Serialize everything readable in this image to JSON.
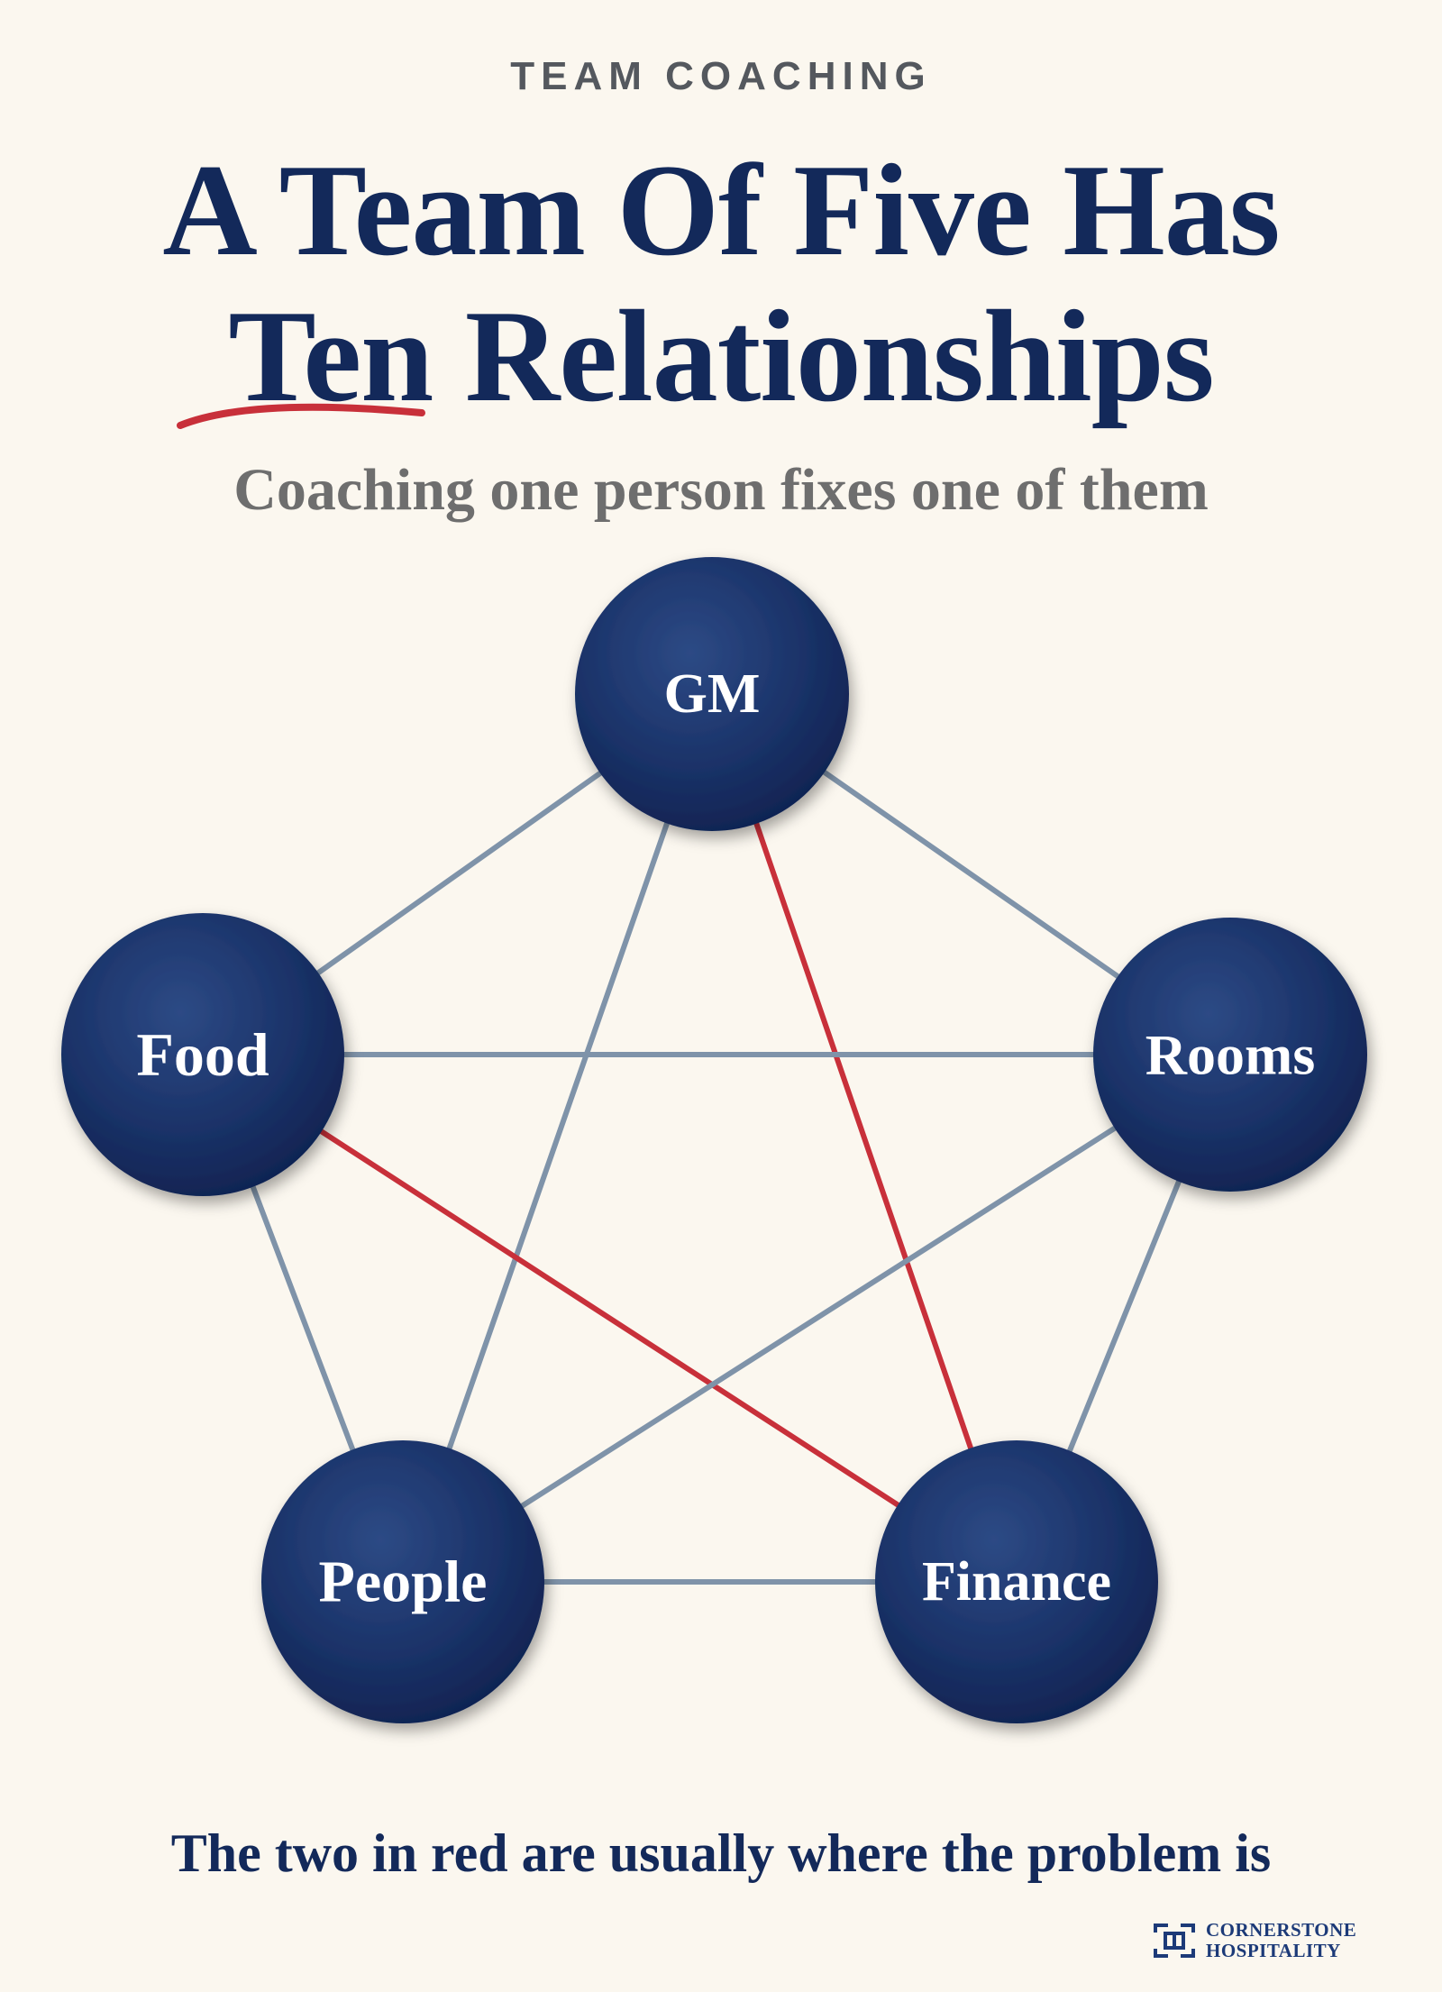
{
  "header": {
    "eyebrow": "TEAM COACHING",
    "title_line1": "A Team Of Five Has",
    "title_line2_highlight": "Ten",
    "title_line2_rest": " Relationships",
    "subtitle": "Coaching one person fixes one of them"
  },
  "diagram": {
    "nodes": [
      {
        "id": "gm",
        "label": "GM"
      },
      {
        "id": "food",
        "label": "Food"
      },
      {
        "id": "rooms",
        "label": "Rooms"
      },
      {
        "id": "people",
        "label": "People"
      },
      {
        "id": "finance",
        "label": "Finance"
      }
    ],
    "edges": [
      {
        "from": "gm",
        "to": "food",
        "highlight": false
      },
      {
        "from": "gm",
        "to": "rooms",
        "highlight": false
      },
      {
        "from": "gm",
        "to": "people",
        "highlight": false
      },
      {
        "from": "gm",
        "to": "finance",
        "highlight": true
      },
      {
        "from": "food",
        "to": "rooms",
        "highlight": false
      },
      {
        "from": "food",
        "to": "people",
        "highlight": false
      },
      {
        "from": "food",
        "to": "finance",
        "highlight": true
      },
      {
        "from": "rooms",
        "to": "people",
        "highlight": false
      },
      {
        "from": "rooms",
        "to": "finance",
        "highlight": false
      },
      {
        "from": "people",
        "to": "finance",
        "highlight": false
      }
    ]
  },
  "footer": {
    "caption": "The two in red are usually where the problem is"
  },
  "brand": {
    "line1": "CORNERSTONE",
    "line2": "HOSPITALITY",
    "icon": "cornerstone-logo-icon"
  },
  "colors": {
    "background": "#fbf7ef",
    "navy": "#13295a",
    "edge": "#7f93a9",
    "highlight": "#c8303a",
    "subtitle": "#6e6e6e"
  }
}
